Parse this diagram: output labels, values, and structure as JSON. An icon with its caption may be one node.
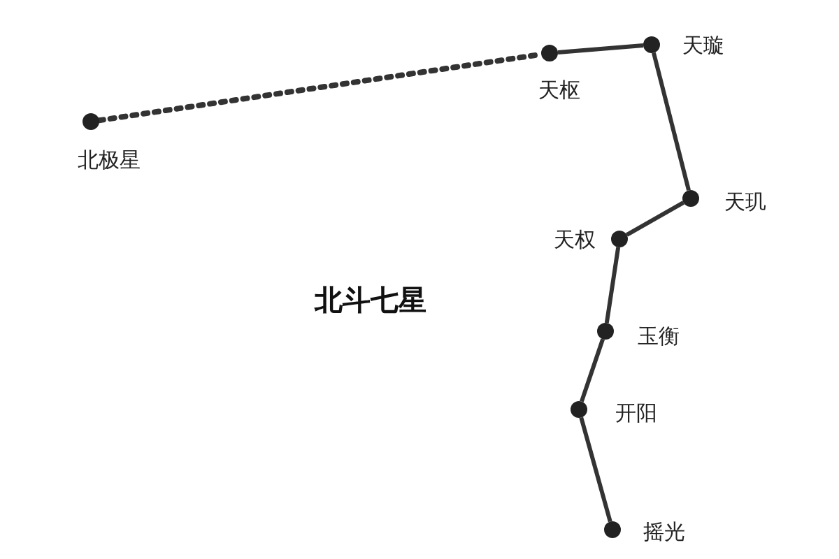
{
  "diagram": {
    "title": "北斗七星",
    "nodes": [
      {
        "text": [],
        "shape": "circle",
        "beside": [
          "北极星"
        ]
      },
      {
        "text": [],
        "shape": "circle",
        "beside": [
          "天枢"
        ]
      },
      {
        "text": [],
        "shape": "circle",
        "beside": [
          "天璇"
        ]
      },
      {
        "text": [],
        "shape": "circle",
        "beside": [
          "天玑"
        ]
      },
      {
        "text": [],
        "shape": "circle",
        "beside": [
          "天权"
        ]
      },
      {
        "text": [],
        "shape": "circle",
        "beside": [
          "玉衡"
        ]
      },
      {
        "text": [],
        "shape": "circle",
        "beside": [
          "开阳"
        ]
      },
      {
        "text": [],
        "shape": "circle",
        "beside": [
          "摇光"
        ]
      }
    ],
    "edges": [
      {
        "from": 0,
        "to": 1,
        "arrow": "none",
        "style": "dashed"
      },
      {
        "from": 1,
        "to": 2,
        "arrow": "none"
      },
      {
        "from": 2,
        "to": 3,
        "arrow": "none"
      },
      {
        "from": 3,
        "to": 4,
        "arrow": "none"
      },
      {
        "from": 4,
        "to": 5,
        "arrow": "none"
      },
      {
        "from": 5,
        "to": 6,
        "arrow": "none"
      },
      {
        "from": 6,
        "to": 7,
        "arrow": "none"
      }
    ]
  }
}
